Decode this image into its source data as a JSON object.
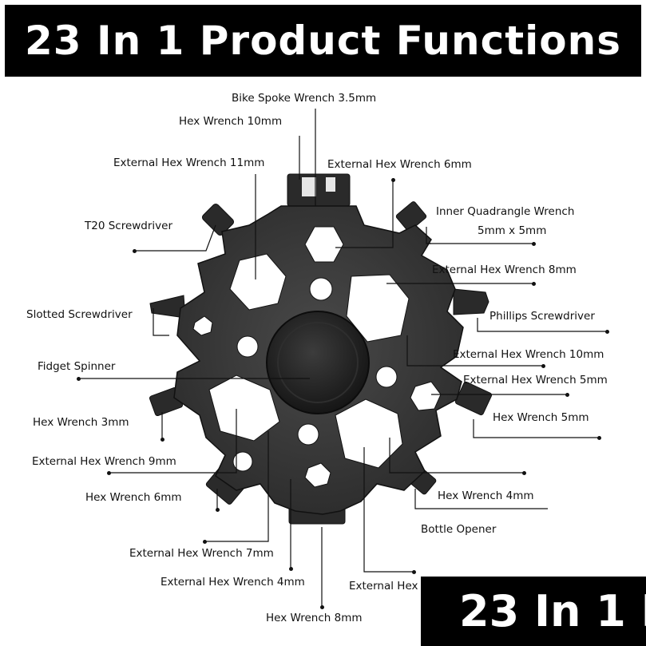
{
  "header": {
    "title": "23 In 1 Product Functions"
  },
  "footer_banner": {
    "text": "23 In 1 P"
  },
  "callouts": [
    {
      "id": "bike-spoke-wrench",
      "label": "Bike Spoke Wrench 3.5mm"
    },
    {
      "id": "hex-wrench-10mm",
      "label": "Hex Wrench 10mm"
    },
    {
      "id": "external-hex-wrench-11mm",
      "label": "External Hex Wrench 11mm"
    },
    {
      "id": "external-hex-wrench-6mm",
      "label": "External Hex Wrench 6mm"
    },
    {
      "id": "t20-screwdriver",
      "label": "T20 Screwdriver"
    },
    {
      "id": "inner-quadrangle-wrench",
      "label": "Inner Quadrangle Wrench"
    },
    {
      "id": "inner-quadrangle-size",
      "label": "5mm x 5mm"
    },
    {
      "id": "external-hex-wrench-8mm",
      "label": "External Hex Wrench 8mm"
    },
    {
      "id": "slotted-screwdriver",
      "label": "Slotted Screwdriver"
    },
    {
      "id": "phillips-screwdriver",
      "label": "Phillips Screwdriver"
    },
    {
      "id": "external-hex-wrench-10mm",
      "label": "External Hex Wrench 10mm"
    },
    {
      "id": "fidget-spinner",
      "label": "Fidget Spinner"
    },
    {
      "id": "external-hex-wrench-5mm",
      "label": "External Hex Wrench 5mm"
    },
    {
      "id": "hex-wrench-3mm",
      "label": "Hex Wrench 3mm"
    },
    {
      "id": "hex-wrench-5mm",
      "label": "Hex Wrench 5mm"
    },
    {
      "id": "external-hex-wrench-9mm",
      "label": "External Hex Wrench 9mm"
    },
    {
      "id": "hex-wrench-6mm",
      "label": "Hex Wrench 6mm"
    },
    {
      "id": "hex-wrench-4mm",
      "label": "Hex Wrench 4mm"
    },
    {
      "id": "bottle-opener",
      "label": "Bottle Opener"
    },
    {
      "id": "external-hex-wrench-7mm",
      "label": "External Hex Wrench 7mm"
    },
    {
      "id": "external-hex-wrench-4mm",
      "label": "External Hex Wrench 4mm"
    },
    {
      "id": "external-hex-cut",
      "label": "External Hex"
    },
    {
      "id": "hex-wrench-8mm",
      "label": "Hex Wrench 8mm"
    }
  ],
  "colors": {
    "banner": "#000000",
    "banner_text": "#ffffff",
    "tool_metal": "#3a3a3a",
    "tool_dark": "#1f1f1f",
    "line": "#111111"
  },
  "icons": {
    "product": "snowflake-multitool-icon"
  }
}
